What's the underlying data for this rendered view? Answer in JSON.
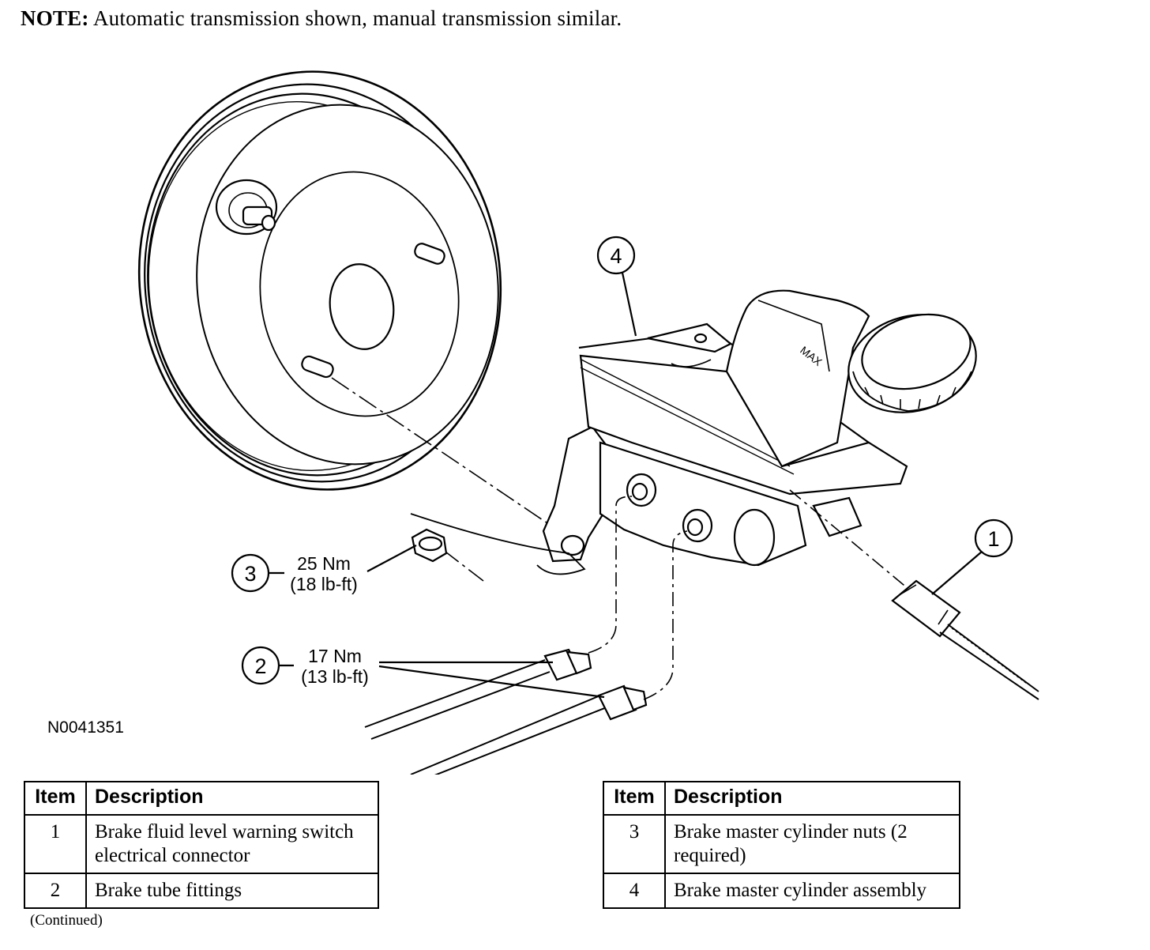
{
  "note": {
    "label": "NOTE:",
    "text": "Automatic transmission shown, manual transmission similar."
  },
  "figure": {
    "id": "N0041351",
    "callouts": [
      {
        "num": "1"
      },
      {
        "num": "2",
        "torque_nm": "17 Nm",
        "torque_lbft": "(13 lb-ft)"
      },
      {
        "num": "3",
        "torque_nm": "25 Nm",
        "torque_lbft": "(18 lb-ft)"
      },
      {
        "num": "4"
      }
    ],
    "reservoir_mark": "MAX"
  },
  "legend": {
    "header_item": "Item",
    "header_desc": "Description",
    "left_rows": [
      {
        "item": "1",
        "desc": "Brake fluid level warning switch electrical connector"
      },
      {
        "item": "2",
        "desc": "Brake tube fittings"
      }
    ],
    "right_rows": [
      {
        "item": "3",
        "desc": "Brake master cylinder nuts (2 required)"
      },
      {
        "item": "4",
        "desc": "Brake master cylinder assembly"
      }
    ]
  },
  "continued": "(Continued)"
}
